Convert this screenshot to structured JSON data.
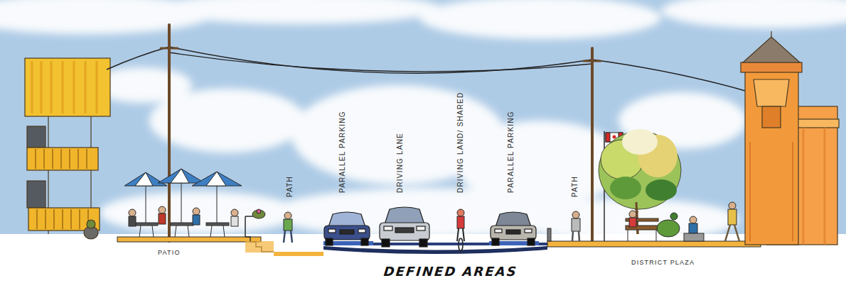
{
  "diagram": {
    "caption": "DEFINED AREAS",
    "labels": [
      "PATIO",
      "PATH",
      "PARALLEL PARKING",
      "DRIVING LANE",
      "DRIVING LAND/ SHARED",
      "PARALLEL PARKING",
      "PATH",
      "DISTRICT PLAZA"
    ]
  }
}
